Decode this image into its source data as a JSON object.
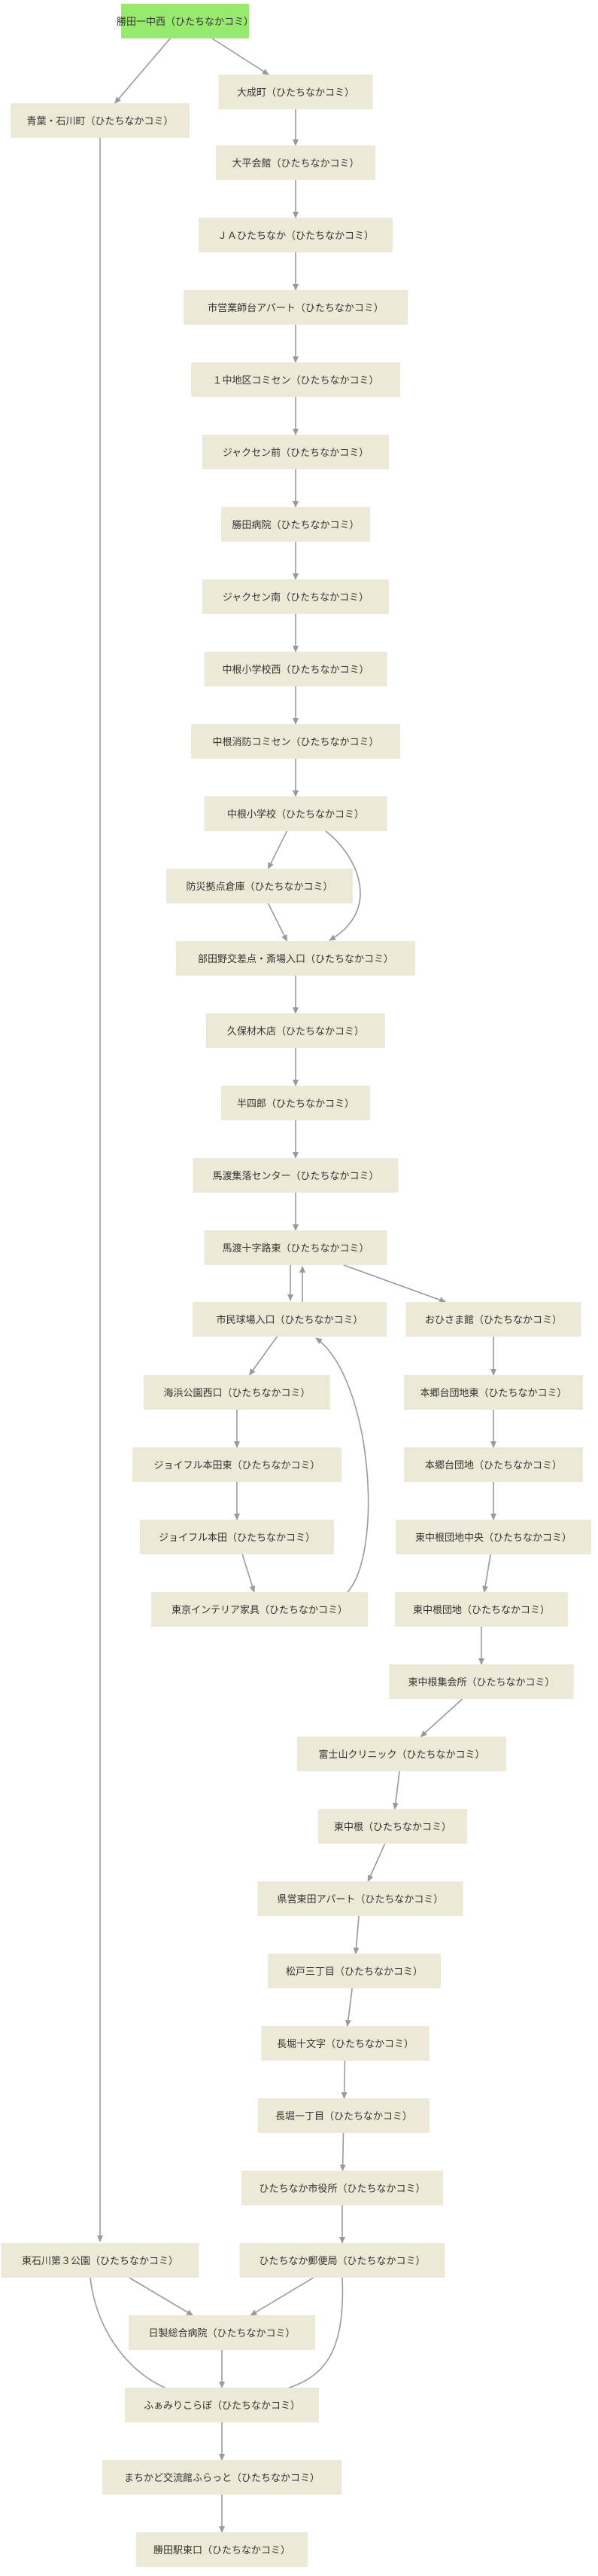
{
  "diagram": {
    "nodes": [
      {
        "id": "n0",
        "label": "勝田一中西（ひたちなかコミ）",
        "start": true
      },
      {
        "id": "n1",
        "label": "大成町（ひたちなかコミ）"
      },
      {
        "id": "n2",
        "label": "青葉・石川町（ひたちなかコミ）"
      },
      {
        "id": "n3",
        "label": "大平会館（ひたちなかコミ）"
      },
      {
        "id": "n4",
        "label": "ＪＡひたちなか（ひたちなかコミ）"
      },
      {
        "id": "n5",
        "label": "市営業師台アパート（ひたちなかコミ）"
      },
      {
        "id": "n6",
        "label": "１中地区コミセン（ひたちなかコミ）"
      },
      {
        "id": "n7",
        "label": "ジャクセン前（ひたちなかコミ）"
      },
      {
        "id": "n8",
        "label": "勝田病院（ひたちなかコミ）"
      },
      {
        "id": "n9",
        "label": "ジャクセン南（ひたちなかコミ）"
      },
      {
        "id": "n10",
        "label": "中根小学校西（ひたちなかコミ）"
      },
      {
        "id": "n11",
        "label": "中根消防コミセン（ひたちなかコミ）"
      },
      {
        "id": "n12",
        "label": "中根小学校（ひたちなかコミ）"
      },
      {
        "id": "n13",
        "label": "防災拠点倉庫（ひたちなかコミ）"
      },
      {
        "id": "n14",
        "label": "部田野交差点・斎場入口（ひたちなかコミ）"
      },
      {
        "id": "n15",
        "label": "久保材木店（ひたちなかコミ）"
      },
      {
        "id": "n16",
        "label": "半四郎（ひたちなかコミ）"
      },
      {
        "id": "n17",
        "label": "馬渡集落センター（ひたちなかコミ）"
      },
      {
        "id": "n18",
        "label": "馬渡十字路東（ひたちなかコミ）"
      },
      {
        "id": "n19",
        "label": "市民球場入口（ひたちなかコミ）"
      },
      {
        "id": "n20",
        "label": "おひさま館（ひたちなかコミ）"
      },
      {
        "id": "n21",
        "label": "海浜公園西口（ひたちなかコミ）"
      },
      {
        "id": "n22",
        "label": "本郷台団地東（ひたちなかコミ）"
      },
      {
        "id": "n23",
        "label": "ジョイフル本田東（ひたちなかコミ）"
      },
      {
        "id": "n24",
        "label": "本郷台団地（ひたちなかコミ）"
      },
      {
        "id": "n25",
        "label": "ジョイフル本田（ひたちなかコミ）"
      },
      {
        "id": "n26",
        "label": "東中根団地中央（ひたちなかコミ）"
      },
      {
        "id": "n27",
        "label": "東京インテリア家具（ひたちなかコミ）"
      },
      {
        "id": "n28",
        "label": "東中根団地（ひたちなかコミ）"
      },
      {
        "id": "n29",
        "label": "東中根集会所（ひたちなかコミ）"
      },
      {
        "id": "n30",
        "label": "富士山クリニック（ひたちなかコミ）"
      },
      {
        "id": "n31",
        "label": "東中根（ひたちなかコミ）"
      },
      {
        "id": "n32",
        "label": "県営東田アパート（ひたちなかコミ）"
      },
      {
        "id": "n33",
        "label": "松戸三丁目（ひたちなかコミ）"
      },
      {
        "id": "n34",
        "label": "長堀十文字（ひたちなかコミ）"
      },
      {
        "id": "n35",
        "label": "長堀一丁目（ひたちなかコミ）"
      },
      {
        "id": "n36",
        "label": "ひたちなか市役所（ひたちなかコミ）"
      },
      {
        "id": "n37",
        "label": "東石川第３公園（ひたちなかコミ）"
      },
      {
        "id": "n38",
        "label": "ひたちなか郵便局（ひたちなかコミ）"
      },
      {
        "id": "n39",
        "label": "日製総合病院（ひたちなかコミ）"
      },
      {
        "id": "n40",
        "label": "ふぁみりこらぼ（ひたちなかコミ）"
      },
      {
        "id": "n41",
        "label": "まちかど交流館ふらっと（ひたちなかコミ）"
      },
      {
        "id": "n42",
        "label": "勝田駅東口（ひたちなかコミ）"
      }
    ],
    "edges": [
      [
        "n0",
        "n1"
      ],
      [
        "n0",
        "n2"
      ],
      [
        "n1",
        "n3"
      ],
      [
        "n3",
        "n4"
      ],
      [
        "n4",
        "n5"
      ],
      [
        "n5",
        "n6"
      ],
      [
        "n6",
        "n7"
      ],
      [
        "n7",
        "n8"
      ],
      [
        "n8",
        "n9"
      ],
      [
        "n9",
        "n10"
      ],
      [
        "n10",
        "n11"
      ],
      [
        "n11",
        "n12"
      ],
      [
        "n12",
        "n13"
      ],
      [
        "n12",
        "n14"
      ],
      [
        "n13",
        "n14"
      ],
      [
        "n14",
        "n15"
      ],
      [
        "n15",
        "n16"
      ],
      [
        "n16",
        "n17"
      ],
      [
        "n17",
        "n18"
      ],
      [
        "n18",
        "n19"
      ],
      [
        "n19",
        "n18"
      ],
      [
        "n18",
        "n20"
      ],
      [
        "n19",
        "n21"
      ],
      [
        "n21",
        "n23"
      ],
      [
        "n23",
        "n25"
      ],
      [
        "n25",
        "n27"
      ],
      [
        "n27",
        "n19"
      ],
      [
        "n20",
        "n22"
      ],
      [
        "n22",
        "n24"
      ],
      [
        "n24",
        "n26"
      ],
      [
        "n26",
        "n28"
      ],
      [
        "n28",
        "n29"
      ],
      [
        "n29",
        "n30"
      ],
      [
        "n30",
        "n31"
      ],
      [
        "n31",
        "n32"
      ],
      [
        "n32",
        "n33"
      ],
      [
        "n33",
        "n34"
      ],
      [
        "n34",
        "n35"
      ],
      [
        "n35",
        "n36"
      ],
      [
        "n36",
        "n38"
      ],
      [
        "n2",
        "n37"
      ],
      [
        "n37",
        "n39"
      ],
      [
        "n37",
        "n40"
      ],
      [
        "n38",
        "n39"
      ],
      [
        "n38",
        "n40"
      ],
      [
        "n39",
        "n40"
      ],
      [
        "n40",
        "n41"
      ],
      [
        "n41",
        "n42"
      ]
    ]
  }
}
